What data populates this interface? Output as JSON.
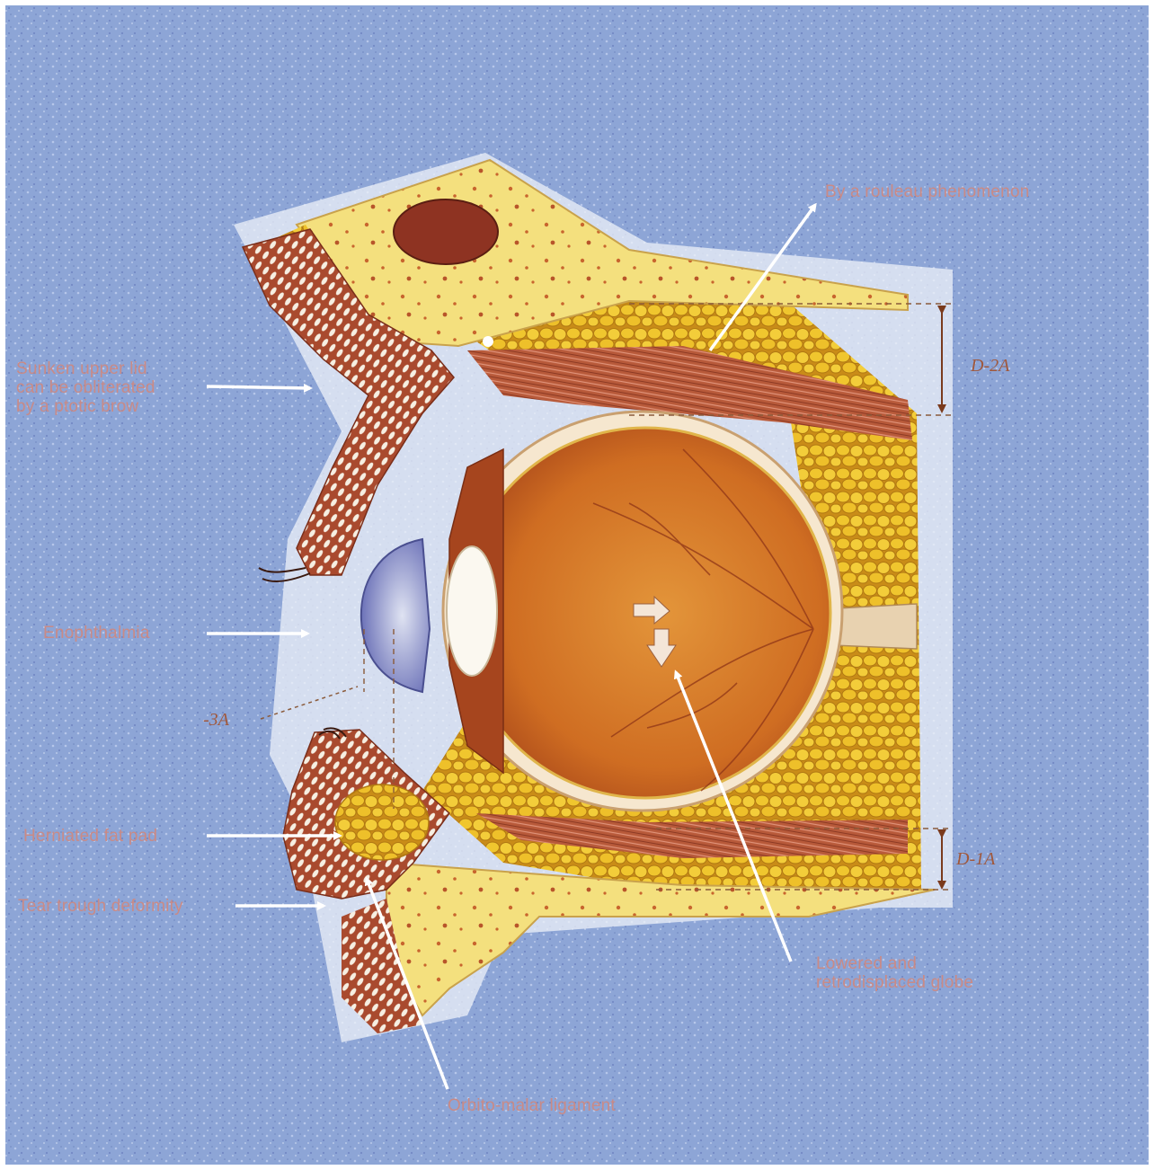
{
  "labels": {
    "rouleau": "By a rouleau phenomenon",
    "sunken_lid": "Sunken upper lid\ncan be obliterated\nby a ptotic brow",
    "enophthalmia": "Enophthalmia",
    "herniated_fat": "Herniated fat pad",
    "tear_trough": "Tear trough deformity",
    "orbito_malar": "Orbito-malar ligament",
    "lowered_globe": "Lowered and\nretrodisplaced globe"
  },
  "dimensions": {
    "d2a": "D-2A",
    "d1a": "D-1A",
    "three_a": "-3A"
  },
  "colors": {
    "background": "#8fa6d6",
    "bone": "#f2dc7a",
    "fat": "#e8b92a",
    "muscle": "#b65a3c",
    "globe": "#d27a2a",
    "arrow": "#ffffff",
    "label": "#c98a86"
  }
}
